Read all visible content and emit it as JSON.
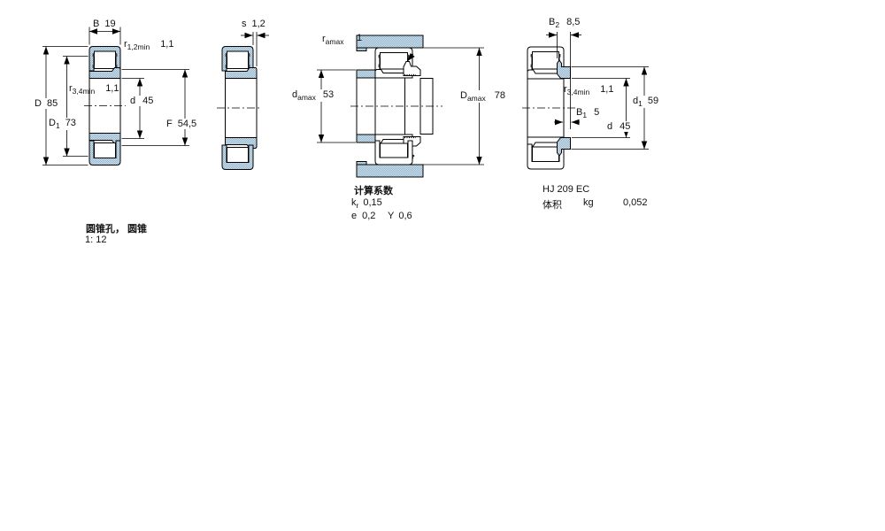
{
  "colors": {
    "dither_light": "#d3e2ec",
    "dither_dark": "#8fb4cc",
    "line": "#000000",
    "background": "#ffffff"
  },
  "diagram1": {
    "B": {
      "sym": "B",
      "val": "19"
    },
    "r12": {
      "sym": "r",
      "sub": "1,2min",
      "val": "1,1"
    },
    "r34": {
      "sym": "r",
      "sub": "3,4min",
      "val": "1,1"
    },
    "D": {
      "sym": "D",
      "val": "85"
    },
    "D1": {
      "sym": "D",
      "sub": "1",
      "val": "73"
    },
    "d": {
      "sym": "d",
      "val": "45"
    },
    "F": {
      "sym": "F",
      "val": "54,5"
    }
  },
  "diagram2": {
    "s": {
      "sym": "s",
      "val": "1,2"
    }
  },
  "diagram3": {
    "ramax": {
      "sym": "r",
      "sub": "amax",
      "val": "1"
    },
    "damax": {
      "sym": "d",
      "sub": "amax",
      "val": "53"
    },
    "Damax": {
      "sym": "D",
      "sub": "amax",
      "val": "78"
    }
  },
  "diagram4": {
    "B2": {
      "sym": "B",
      "sub": "2",
      "val": "8,5"
    },
    "r34": {
      "sym": "r",
      "sub": "3,4min",
      "val": "1,1"
    },
    "B1": {
      "sym": "B",
      "sub": "1",
      "val": "5"
    },
    "d": {
      "sym": "d",
      "val": "45"
    },
    "d1": {
      "sym": "d",
      "sub": "1",
      "val": "59"
    }
  },
  "calc": {
    "title": "计算系数",
    "kr": {
      "sym": "k",
      "sub": "r",
      "val": "0,15"
    },
    "e": {
      "sym": "e",
      "val": "0,2"
    },
    "Y": {
      "sym": "Y",
      "val": "0,6"
    }
  },
  "hj": {
    "designation": "HJ 209 EC",
    "mass_label": "体积",
    "mass_unit": "kg",
    "mass_value": "0,052"
  },
  "taper": {
    "line1": "圆锥孔， 圆锥",
    "line2": "1: 12"
  }
}
